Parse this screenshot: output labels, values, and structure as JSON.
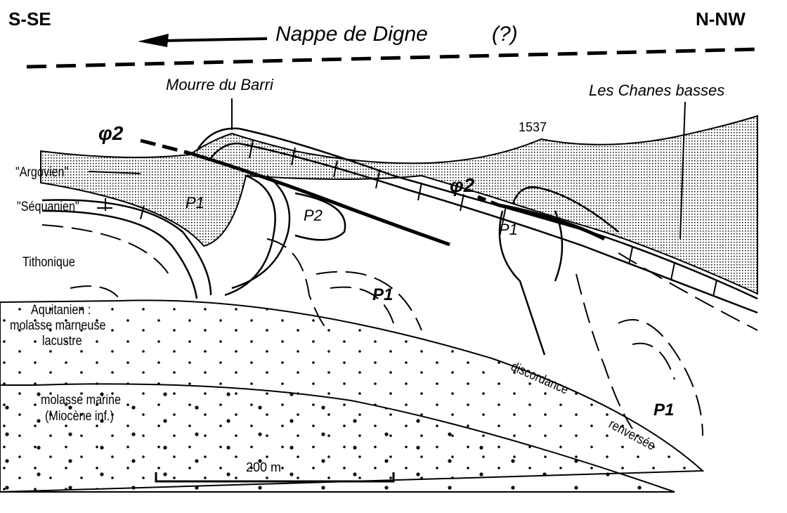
{
  "orientation": {
    "left": "S-SE",
    "right": "N-NW"
  },
  "nappe": {
    "label": "Nappe de Digne",
    "query": "(?)"
  },
  "localities": {
    "mourre": "Mourre du Barri",
    "chanes": "Les Chanes basses",
    "elevation": "1537"
  },
  "faults": {
    "phi_left": "φ2",
    "phi_right": "φ2"
  },
  "formations": {
    "argovien": "\"Argovien\"",
    "sequanien": "\"Séquanien\"",
    "tithonique": "Tithonique",
    "aquitanien": "Aquitanien :",
    "marneuse": "molasse marneuse",
    "lacustre": "lacustre",
    "marine": "molasse  marine",
    "miocene": "(Miocène inf.)"
  },
  "folds": {
    "p1_a": "P1",
    "p2": "P2",
    "p1_b": "P1",
    "p1_c": "P1",
    "p1_d": "P1"
  },
  "discordance": {
    "word1": "discordance",
    "word2": "renversée"
  },
  "scale": {
    "label": "200 m"
  }
}
